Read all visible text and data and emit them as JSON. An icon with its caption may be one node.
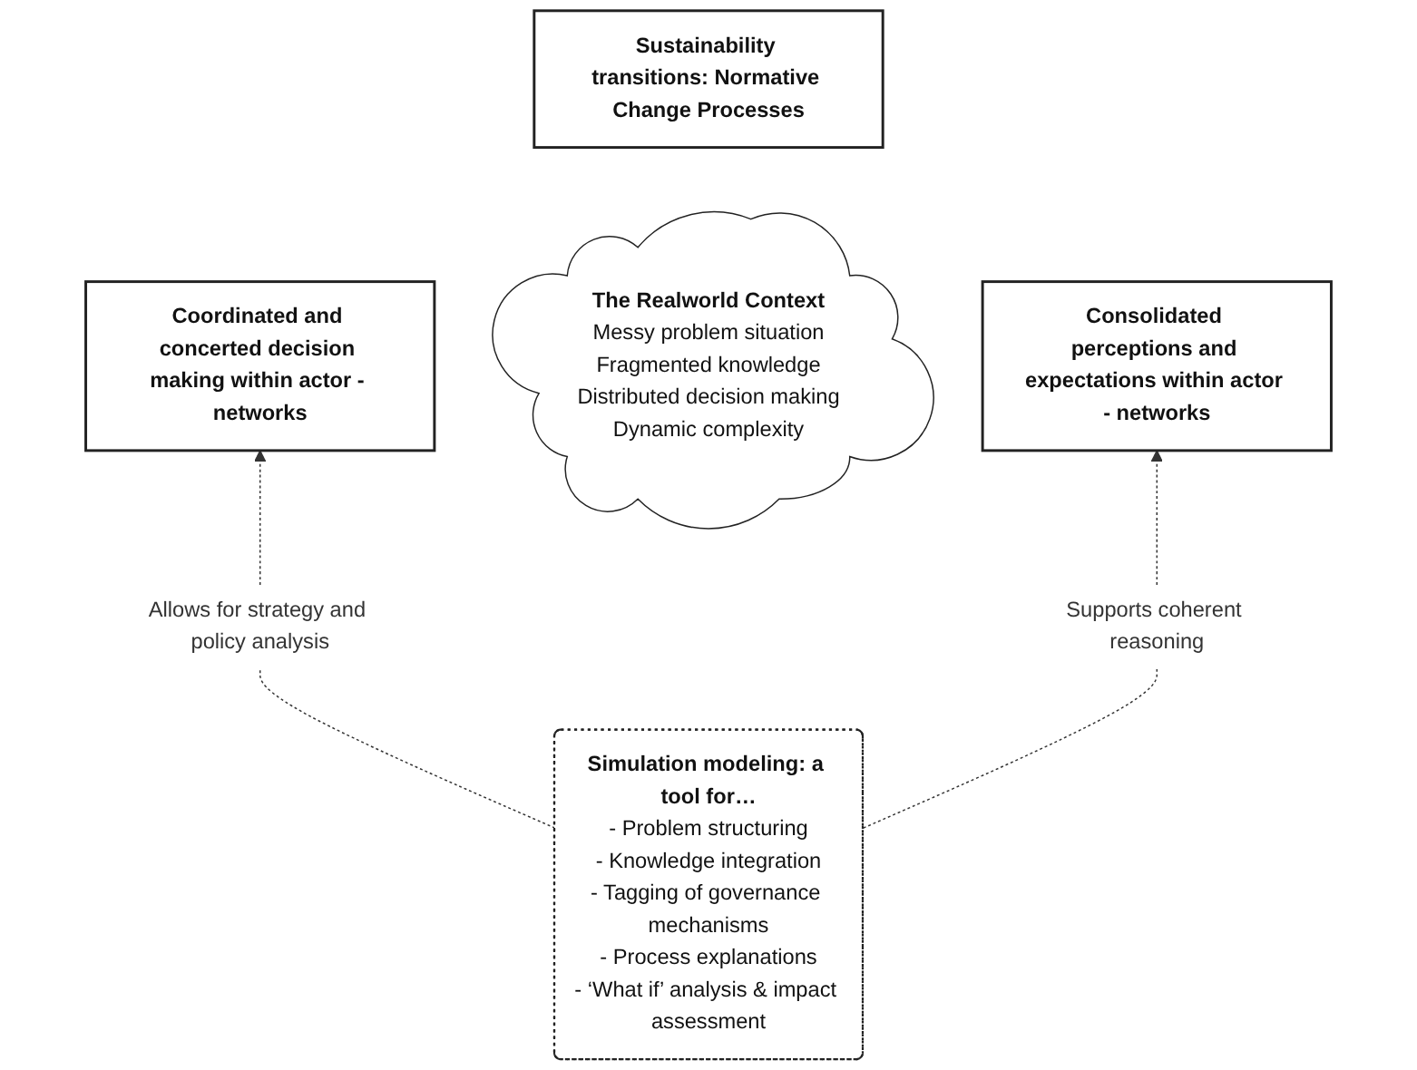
{
  "diagram": {
    "nodes": [
      {
        "text": [
          "Sustainability transitions: Normative Change Processes"
        ]
      },
      {
        "text": [
          "Coordinated and concerted decision making within actor - networks"
        ]
      },
      {
        "text": [
          "The Realworld Context",
          "Messy problem situation",
          "Fragmented knowledge",
          "Distributed decision making",
          "Dynamic complexity"
        ]
      },
      {
        "text": [
          "Consolidated perceptions and expectations within actor - networks"
        ]
      },
      {
        "text": [
          "Allows for strategy and policy analysis"
        ]
      },
      {
        "text": [
          "Supports coherent reasoning"
        ]
      },
      {
        "text": [
          "Simulation modeling: a tool for…",
          "- Problem structuring",
          "- Knowledge integration",
          "- Tagging of governance mechanisms",
          "- Process explanations",
          "- ‘What if’ analysis & impact assessment"
        ]
      }
    ],
    "edges": [
      {
        "from": 6,
        "to": 4,
        "arrow": "none",
        "style": "dashed"
      },
      {
        "from": 4,
        "to": 1,
        "arrow": "to",
        "style": "dashed"
      },
      {
        "from": 6,
        "to": 5,
        "arrow": "none",
        "style": "dashed"
      },
      {
        "from": 5,
        "to": 3,
        "arrow": "to",
        "style": "dashed"
      }
    ]
  }
}
